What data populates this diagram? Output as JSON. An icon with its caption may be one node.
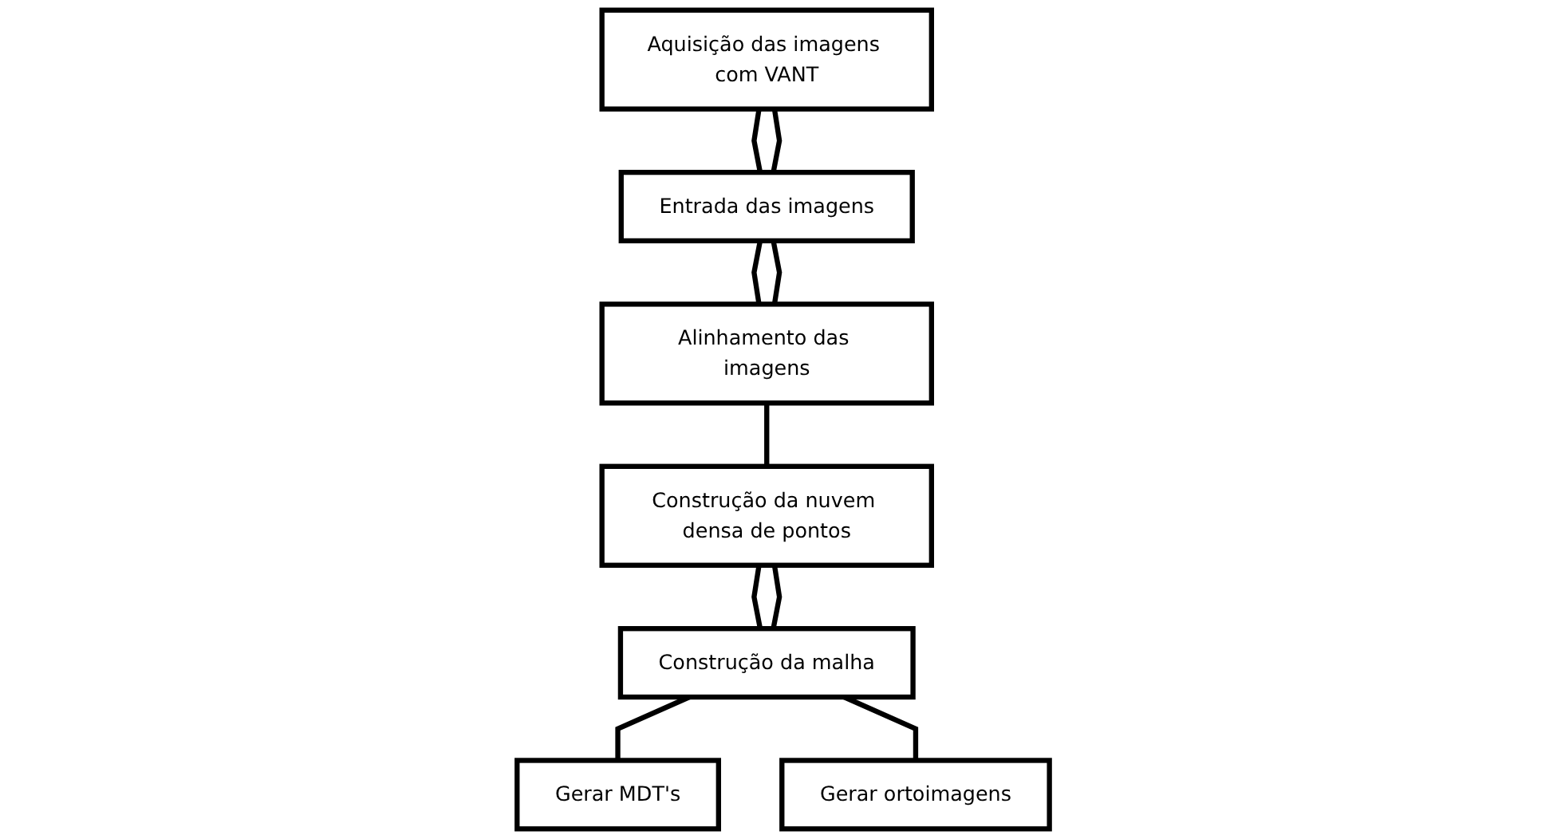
{
  "diagram": {
    "nodes": [
      {
        "text": [
          "Aquisição das imagens com VANT"
        ]
      },
      {
        "text": [
          "Entrada das imagens"
        ]
      },
      {
        "text": [
          "Alinhamento das imagens"
        ]
      },
      {
        "text": [
          "Construção da nuvem densa de pontos"
        ]
      },
      {
        "text": [
          "Construção da malha"
        ]
      },
      {
        "text": [
          "Gerar MDT's"
        ]
      },
      {
        "text": [
          "Gerar ortoimagens"
        ]
      }
    ],
    "edges": [
      {
        "from": 0,
        "to": 1,
        "arrow": "none"
      },
      {
        "from": 0,
        "to": 1,
        "arrow": "none"
      },
      {
        "from": 1,
        "to": 2,
        "arrow": "none"
      },
      {
        "from": 1,
        "to": 2,
        "arrow": "none"
      },
      {
        "from": 2,
        "to": 3,
        "arrow": "none"
      },
      {
        "from": 3,
        "to": 4,
        "arrow": "none"
      },
      {
        "from": 3,
        "to": 4,
        "arrow": "none"
      },
      {
        "from": 4,
        "to": 5,
        "arrow": "none"
      },
      {
        "from": 4,
        "to": 6,
        "arrow": "none"
      }
    ]
  }
}
